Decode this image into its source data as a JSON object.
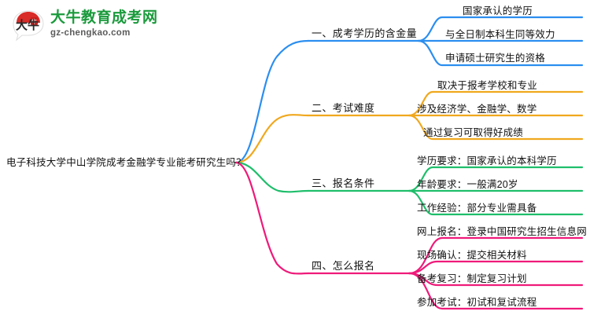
{
  "logo": {
    "mark_text": "大牛",
    "title": "大牛教育成考网",
    "subtitle": "gz-chengkao.com",
    "brand_green": "#1a9a3c",
    "brand_red": "#d92b27"
  },
  "mindmap": {
    "root": {
      "label": "电子科技大学中山学院成考金融学专业能考研究生吗？"
    },
    "branches": [
      {
        "label": "一、成考学历的含金量",
        "color": "#2b8ef0",
        "items": [
          "国家承认的学历",
          "与全日制本科生同等效力",
          "申请硕士研究生的资格"
        ]
      },
      {
        "label": "二、考试难度",
        "color": "#f0a81e",
        "items": [
          "取决于报考学校和专业",
          "涉及经济学、金融学、数学",
          "通过复习可取得好成绩"
        ]
      },
      {
        "label": "三、报名条件",
        "color": "#1fbe6b",
        "items": [
          "学历要求：国家承认的本科学历",
          "年龄要求：一般满20岁",
          "工作经验：部分专业需具备"
        ]
      },
      {
        "label": "四、怎么报名",
        "color": "#ef1a7a",
        "items": [
          "网上报名：登录中国研究生招生信息网",
          "现场确认：提交相关材料",
          "备考复习：制定复习计划",
          "参加考试：初试和复试流程"
        ]
      }
    ]
  }
}
